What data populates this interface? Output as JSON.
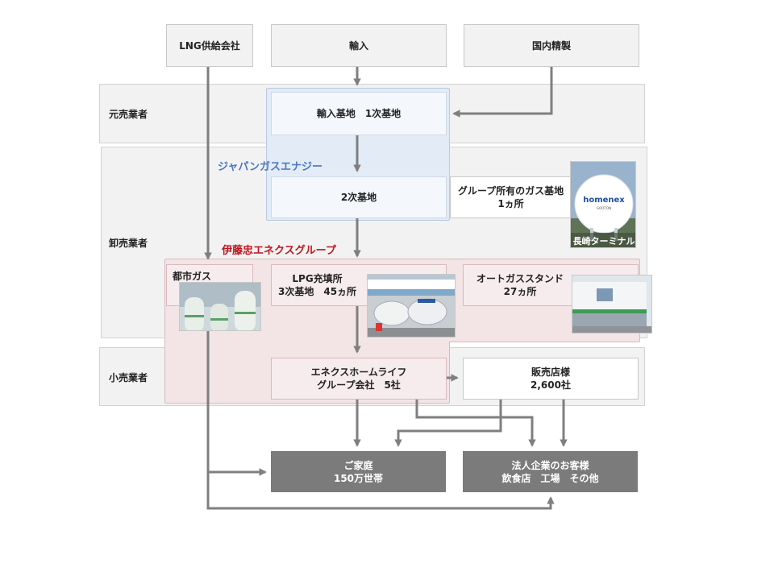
{
  "sources": {
    "lng": "LNG供給会社",
    "import": "輸入",
    "domestic": "国内精製"
  },
  "bands": {
    "primary": "元売業者",
    "wholesale": "卸売業者",
    "retail": "小売業者"
  },
  "groups": {
    "japan_gas_energy": "ジャパンガスエナジー",
    "itochu_enex": "伊藤忠エネクスグループ"
  },
  "nodes": {
    "import_base": "輸入基地　1次基地",
    "secondary_base": "2次基地",
    "group_gas_base": "グループ所有のガス基地\n1ヵ所",
    "city_gas": "都市ガス",
    "lpg_station": "LPG充填所\n3次基地　45ヵ所",
    "auto_gas_stand": "オートガススタンド\n27ヵ所",
    "enex_homelife": "エネクスホームライフ\nグループ会社　5社",
    "dealers": "販売店様\n2,600社",
    "households": "ご家庭\n150万世帯",
    "corporate": "法人企業のお客様\n飲食店　工場　その他"
  },
  "photos": {
    "nagasaki_terminal": "長崎ターミナル",
    "tank_logo": "homenex"
  },
  "colors": {
    "japan_gas_energy_text": "#4a78c2",
    "itochu_enex_text": "#c0141e",
    "arrow": "#7f7f7f",
    "dark_box": "#7b7b7b",
    "pink_region": "#f3e4e6",
    "blue_region": "#e3ebf6"
  }
}
